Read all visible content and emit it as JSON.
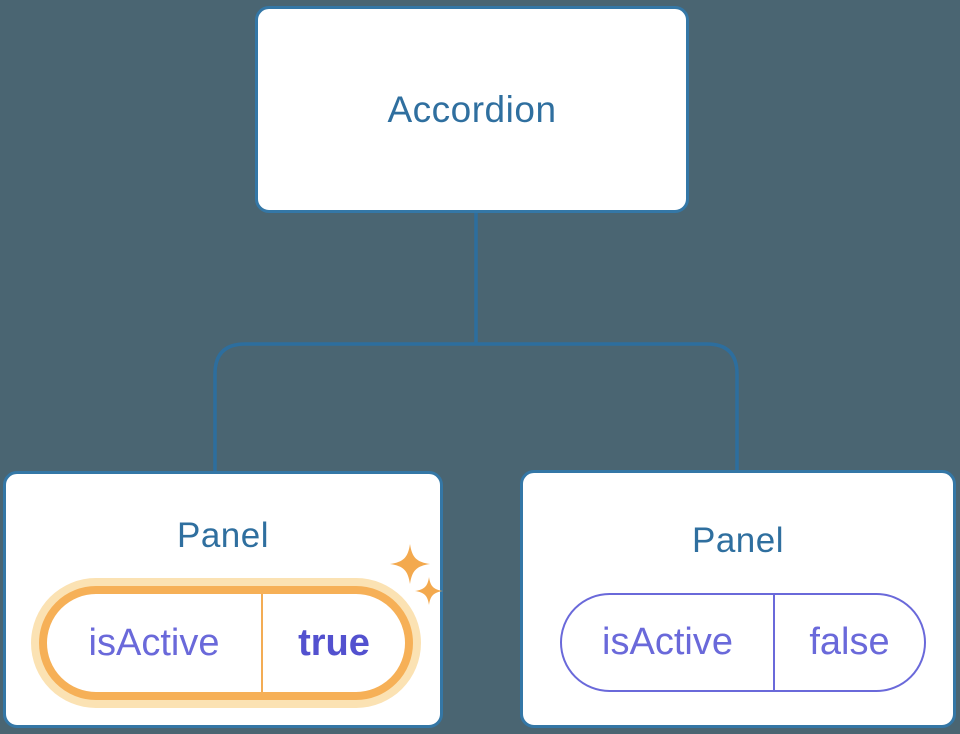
{
  "diagram": {
    "description": "React component tree diagram: Accordion parent with two Panel children showing isActive state",
    "root": {
      "label": "Accordion"
    },
    "panels": [
      {
        "title": "Panel",
        "prop_name": "isActive",
        "prop_value": "true",
        "highlighted": true
      },
      {
        "title": "Panel",
        "prop_name": "isActive",
        "prop_value": "false",
        "highlighted": false
      }
    ]
  },
  "colors": {
    "background": "#4a6572",
    "node_fill": "#ffffff",
    "node_border": "#3477a6",
    "connector_line": "#2d6e9e",
    "node_text": "#2f6f9f",
    "prop_text": "#6a69da",
    "prop_value_highlight_text": "#5351cf",
    "highlight_ring": "#f6b057",
    "highlight_glow": "#fbe2b3",
    "sparkle": "#f3a94e"
  }
}
